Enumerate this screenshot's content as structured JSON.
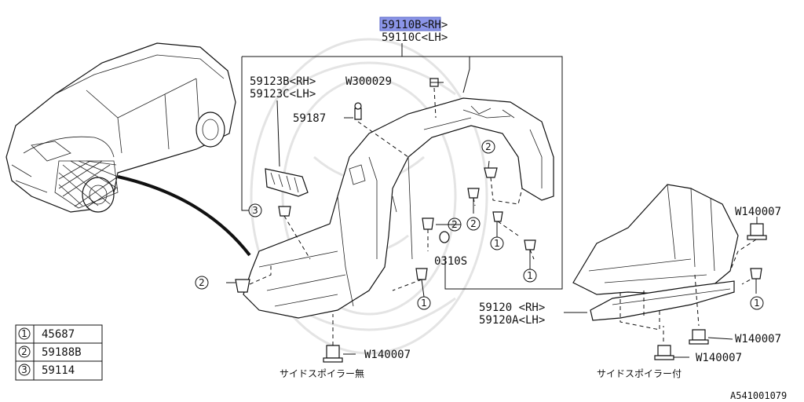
{
  "labels": {
    "part_59110b": "59110B<RH>",
    "part_59110c": "59110C<LH>",
    "part_59123b": "59123B<RH>",
    "part_59123c": "59123C<LH>",
    "part_w300029": "W300029",
    "part_59187": "59187",
    "part_0310s": "0310S",
    "part_59120": "59120 <RH>",
    "part_59120a": "59120A<LH>",
    "part_w140007_a": "W140007",
    "part_w140007_b": "W140007",
    "part_w140007_c": "W140007",
    "part_w140007_d": "W140007",
    "caption_left": "サイドスポイラー無",
    "caption_right": "サイドスポイラー付",
    "diagram_id": "A541001079"
  },
  "callouts": {
    "one": "1",
    "two": "2",
    "three": "3"
  },
  "legend": [
    {
      "key": "1",
      "part": "45687"
    },
    {
      "key": "2",
      "part": "59188B"
    },
    {
      "key": "3",
      "part": "59114"
    }
  ],
  "colors": {
    "highlight": "#8b95e8",
    "ink": "#111111",
    "watermark": "#e4e4e4"
  }
}
